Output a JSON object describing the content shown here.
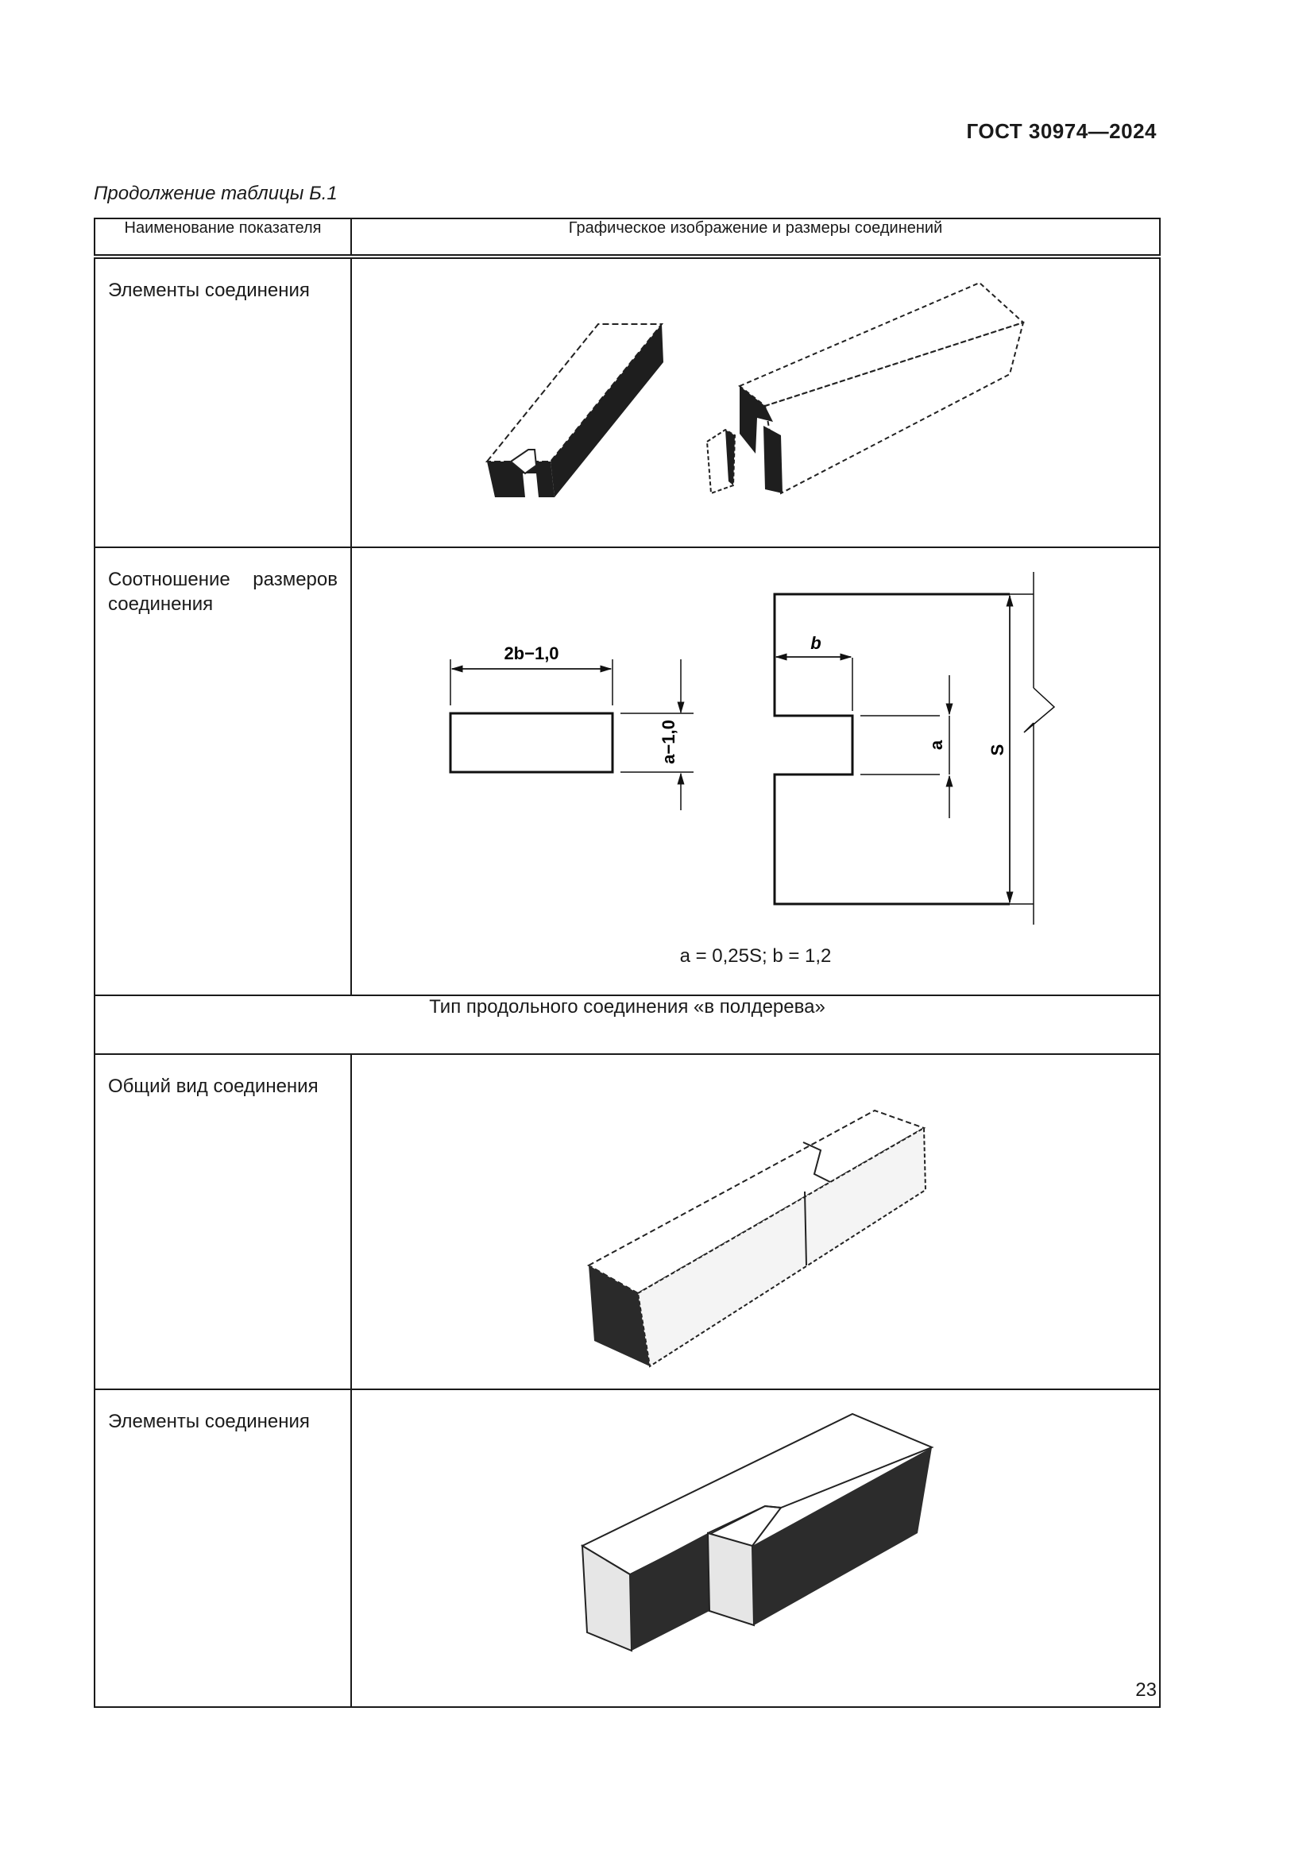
{
  "document": {
    "standard": "ГОСТ 30974—2024",
    "caption": "Продолжение таблицы Б.1",
    "page_number": "23"
  },
  "table": {
    "headers": {
      "col1": "Наименование показателя",
      "col2": "Графическое изображение и размеры соединений"
    },
    "rows": [
      {
        "label": "Элементы соединения"
      },
      {
        "label": "Соотношение размеров соединения"
      },
      {
        "section": "Тип продольного соединения «в полдерева»"
      },
      {
        "label": "Общий вид соединения"
      },
      {
        "label": "Элементы соединения"
      }
    ]
  },
  "dimension_drawing": {
    "label_width": "2b−1,0",
    "label_height": "a−1,0",
    "label_b": "b",
    "label_a": "a",
    "label_s": "S",
    "formula": "a = 0,25S; b = 1,2"
  }
}
